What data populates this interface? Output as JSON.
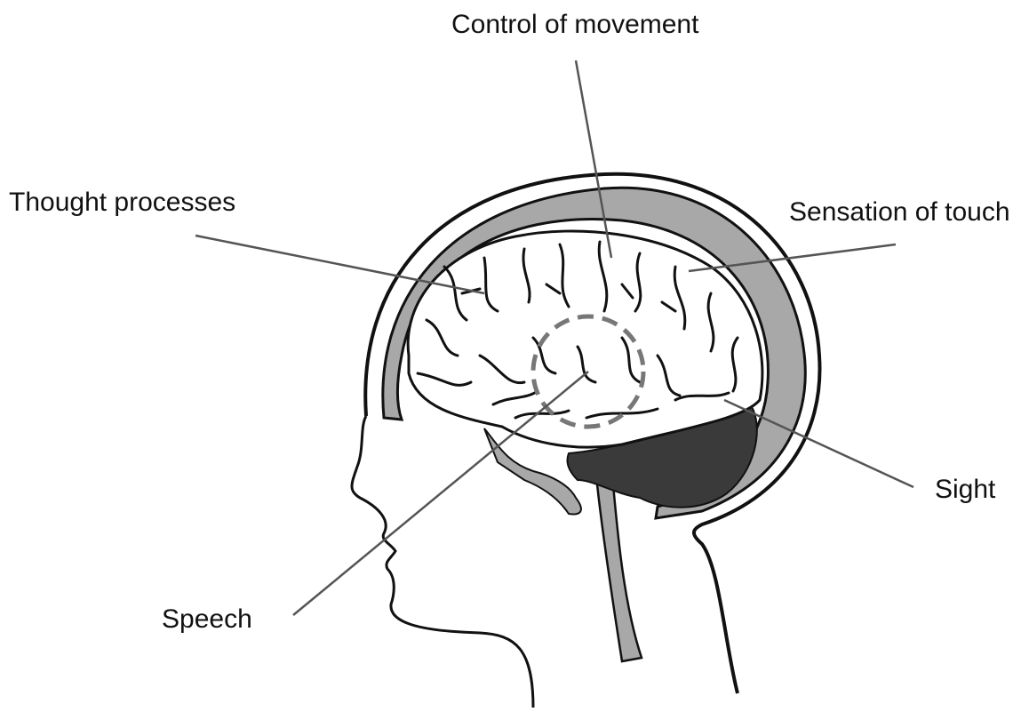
{
  "diagram": {
    "labels": {
      "control_of_movement": "Control of movement",
      "thought_processes": "Thought processes",
      "sensation_of_touch": "Sensation of touch",
      "sight": "Sight",
      "speech": "Speech"
    },
    "colors": {
      "outline": "#111111",
      "csf_layer": "#a8a8a8",
      "cerebellum": "#3a3a3a",
      "leader_line": "#555555",
      "speech_region_dash": "#777777",
      "background": "#ffffff"
    }
  }
}
